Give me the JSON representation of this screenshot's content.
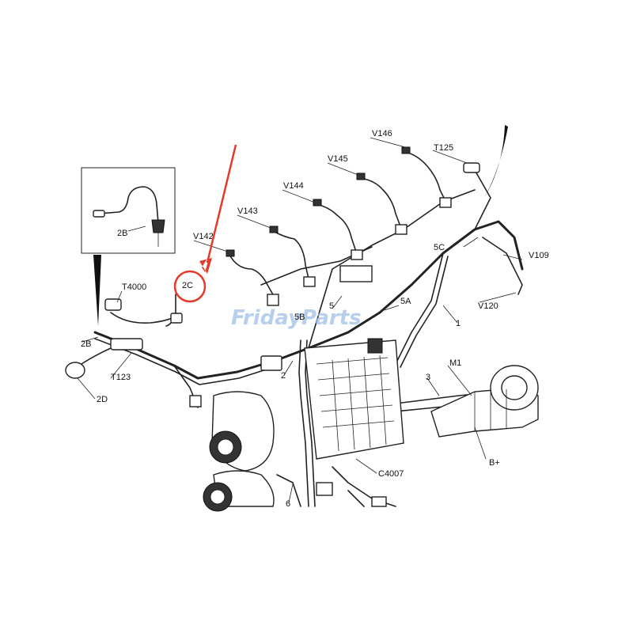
{
  "labels": {
    "v146": "V146",
    "t125": "T125",
    "v145": "V145",
    "v144": "V144",
    "v143": "V143",
    "v142": "V142",
    "v109": "V109",
    "v120": "V120",
    "t4000": "T4000",
    "c2c": "2C",
    "c2b_inset": "2B",
    "c2b": "2B",
    "c2d": "2D",
    "t123": "T123",
    "c5c": "5C",
    "c5a": "5A",
    "c5b": "5B",
    "n5": "5",
    "n1": "1",
    "n2": "2",
    "n3": "3",
    "n6": "6",
    "m1": "M1",
    "bplus": "B+",
    "c4007": "C4007"
  },
  "watermark": "FridayParts",
  "colors": {
    "highlight": "#e53a2a",
    "ink": "#222222",
    "watermark": "#9fc0e8"
  }
}
